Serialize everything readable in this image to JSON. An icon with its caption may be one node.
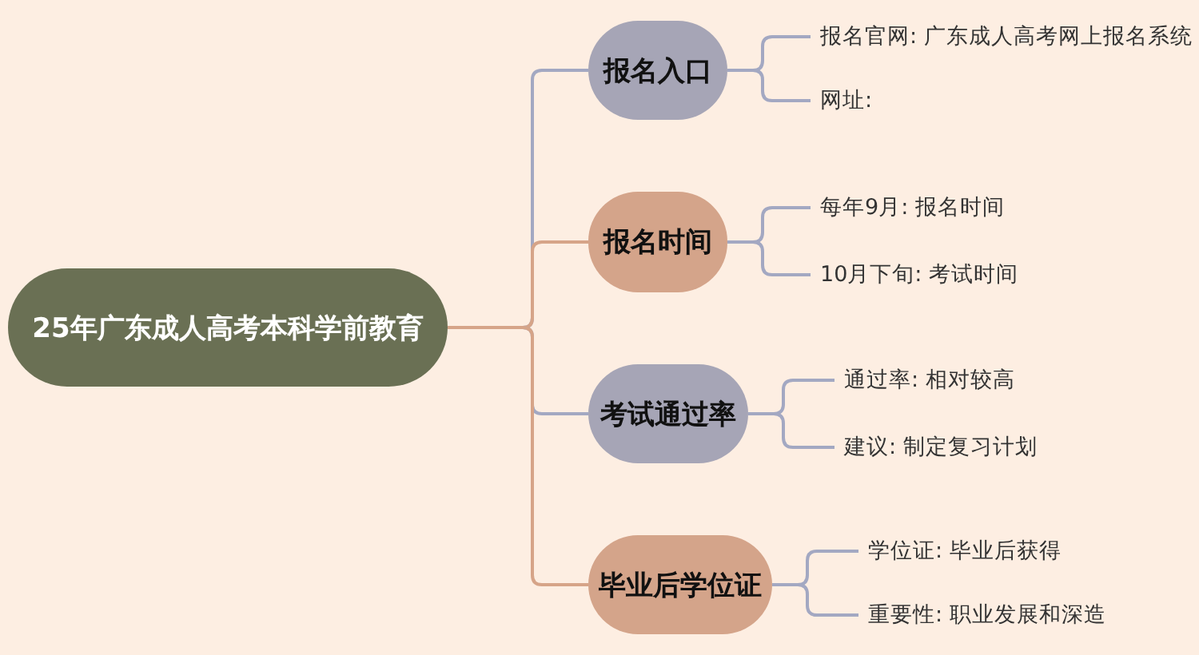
{
  "diagram": {
    "nodes": [
      {
        "text": [
          "25年广东成人高考本科学前教育"
        ]
      },
      {
        "text": [
          "报名入口"
        ]
      },
      {
        "text": [
          "报名时间"
        ]
      },
      {
        "text": [
          "考试通过率"
        ]
      },
      {
        "text": [
          "毕业后学位证"
        ]
      },
      {
        "text": [
          "报名官网: 广东成人高考网上报名系统"
        ]
      },
      {
        "text": [
          "网址:"
        ]
      },
      {
        "text": [
          "每年9月: 报名时间"
        ]
      },
      {
        "text": [
          "10月下旬: 考试时间"
        ]
      },
      {
        "text": [
          "通过率: 相对较高"
        ]
      },
      {
        "text": [
          "建议: 制定复习计划"
        ]
      },
      {
        "text": [
          "学位证: 毕业后获得"
        ]
      },
      {
        "text": [
          "重要性: 职业发展和深造"
        ]
      }
    ],
    "edges": [
      {
        "from": 0,
        "to": 1,
        "arrow": "none"
      },
      {
        "from": 0,
        "to": 2,
        "arrow": "none",
        "color": "#d6a488"
      },
      {
        "from": 0,
        "to": 3,
        "arrow": "none"
      },
      {
        "from": 0,
        "to": 4,
        "arrow": "none",
        "color": "#d6a488"
      },
      {
        "from": 1,
        "to": 5,
        "arrow": "none"
      },
      {
        "from": 1,
        "to": 6,
        "arrow": "none"
      },
      {
        "from": 2,
        "to": 7,
        "arrow": "none"
      },
      {
        "from": 2,
        "to": 8,
        "arrow": "none"
      },
      {
        "from": 3,
        "to": 9,
        "arrow": "none"
      },
      {
        "from": 3,
        "to": 10,
        "arrow": "none"
      },
      {
        "from": 4,
        "to": 11,
        "arrow": "none"
      },
      {
        "from": 4,
        "to": 12,
        "arrow": "none"
      }
    ]
  }
}
